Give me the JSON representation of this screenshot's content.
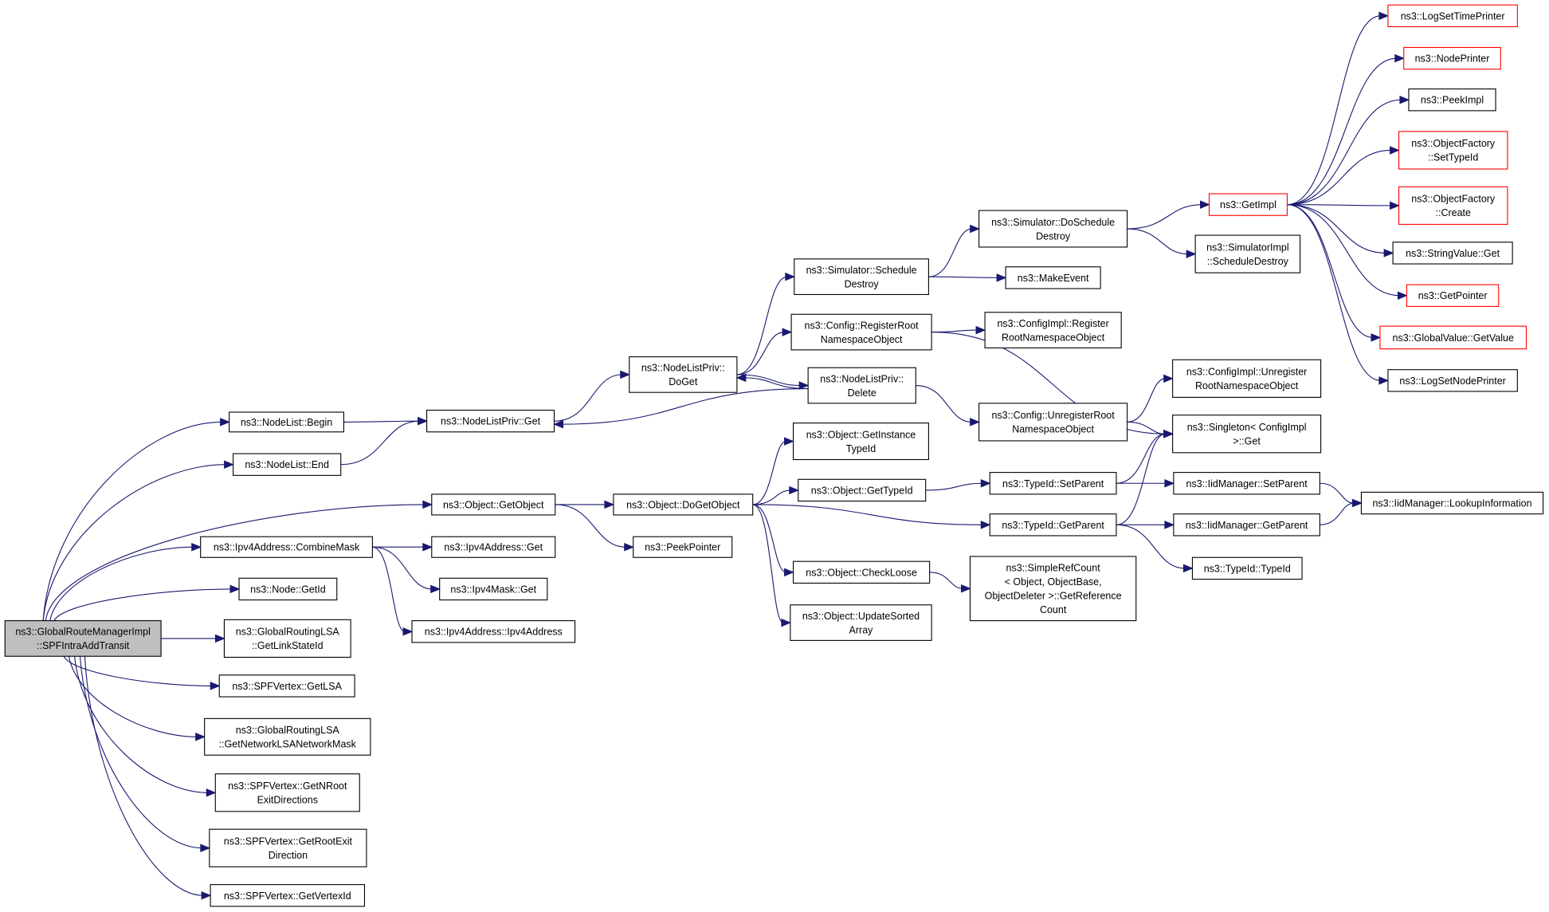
{
  "colors": {
    "edge": "#191970",
    "node_border": "#000000",
    "node_border_truncated": "#ff0000",
    "root_fill": "#bfbfbf"
  },
  "nodes": [
    {
      "id": "root",
      "lines": [
        "ns3::GlobalRouteManagerImpl",
        "::SPFIntraAddTransit"
      ],
      "style": "root"
    },
    {
      "id": "nl_begin",
      "lines": [
        "ns3::NodeList::Begin"
      ]
    },
    {
      "id": "nl_end",
      "lines": [
        "ns3::NodeList::End"
      ]
    },
    {
      "id": "obj_getobject",
      "lines": [
        "ns3::Object::GetObject"
      ]
    },
    {
      "id": "ipv4_combine",
      "lines": [
        "ns3::Ipv4Address::CombineMask"
      ]
    },
    {
      "id": "node_getid",
      "lines": [
        "ns3::Node::GetId"
      ]
    },
    {
      "id": "grlsa_linkstate",
      "lines": [
        "ns3::GlobalRoutingLSA",
        "::GetLinkStateId"
      ]
    },
    {
      "id": "spf_getlsa",
      "lines": [
        "ns3::SPFVertex::GetLSA"
      ]
    },
    {
      "id": "grlsa_netmask",
      "lines": [
        "ns3::GlobalRoutingLSA",
        "::GetNetworkLSANetworkMask"
      ]
    },
    {
      "id": "spf_nroot",
      "lines": [
        "ns3::SPFVertex::GetNRoot",
        "ExitDirections"
      ]
    },
    {
      "id": "spf_rootexit",
      "lines": [
        "ns3::SPFVertex::GetRootExit",
        "Direction"
      ]
    },
    {
      "id": "spf_vertexid",
      "lines": [
        "ns3::SPFVertex::GetVertexId"
      ]
    },
    {
      "id": "nlp_get",
      "lines": [
        "ns3::NodeListPriv::Get"
      ]
    },
    {
      "id": "ipv4_get",
      "lines": [
        "ns3::Ipv4Address::Get"
      ]
    },
    {
      "id": "ipv4mask_get",
      "lines": [
        "ns3::Ipv4Mask::Get"
      ]
    },
    {
      "id": "ipv4_ctor",
      "lines": [
        "ns3::Ipv4Address::Ipv4Address"
      ]
    },
    {
      "id": "nlp_doget",
      "lines": [
        "ns3::NodeListPriv::",
        "DoGet"
      ]
    },
    {
      "id": "obj_dogetobject",
      "lines": [
        "ns3::Object::DoGetObject"
      ]
    },
    {
      "id": "peekpointer",
      "lines": [
        "ns3::PeekPointer"
      ]
    },
    {
      "id": "sim_schedule_destroy",
      "lines": [
        "ns3::Simulator::Schedule",
        "Destroy"
      ]
    },
    {
      "id": "cfg_register",
      "lines": [
        "ns3::Config::RegisterRoot",
        "NamespaceObject"
      ]
    },
    {
      "id": "nlp_delete",
      "lines": [
        "ns3::NodeListPriv::",
        "Delete"
      ]
    },
    {
      "id": "obj_getinstancetypeid",
      "lines": [
        "ns3::Object::GetInstance",
        "TypeId"
      ]
    },
    {
      "id": "obj_gettypeid",
      "lines": [
        "ns3::Object::GetTypeId"
      ]
    },
    {
      "id": "obj_checkloose",
      "lines": [
        "ns3::Object::CheckLoose"
      ]
    },
    {
      "id": "obj_updatesorted",
      "lines": [
        "ns3::Object::UpdateSorted",
        "Array"
      ]
    },
    {
      "id": "sim_doschedule_destroy",
      "lines": [
        "ns3::Simulator::DoSchedule",
        "Destroy"
      ]
    },
    {
      "id": "makeevent",
      "lines": [
        "ns3::MakeEvent"
      ]
    },
    {
      "id": "cfgimpl_register",
      "lines": [
        "ns3::ConfigImpl::Register",
        "RootNamespaceObject"
      ]
    },
    {
      "id": "cfg_unregister",
      "lines": [
        "ns3::Config::UnregisterRoot",
        "NamespaceObject"
      ]
    },
    {
      "id": "typeid_setparent",
      "lines": [
        "ns3::TypeId::SetParent"
      ]
    },
    {
      "id": "typeid_getparent",
      "lines": [
        "ns3::TypeId::GetParent"
      ]
    },
    {
      "id": "simplerefcount",
      "lines": [
        "ns3::SimpleRefCount",
        "< Object, ObjectBase,",
        "ObjectDeleter >::GetReference",
        "Count"
      ]
    },
    {
      "id": "getimpl",
      "lines": [
        "ns3::GetImpl"
      ],
      "style": "red"
    },
    {
      "id": "simimpl_schedule_destroy",
      "lines": [
        "ns3::SimulatorImpl",
        "::ScheduleDestroy"
      ]
    },
    {
      "id": "cfgimpl_unregister",
      "lines": [
        "ns3::ConfigImpl::Unregister",
        "RootNamespaceObject"
      ]
    },
    {
      "id": "singleton",
      "lines": [
        "ns3::Singleton< ConfigImpl",
        ">::Get"
      ]
    },
    {
      "id": "iid_setparent",
      "lines": [
        "ns3::IidManager::SetParent"
      ]
    },
    {
      "id": "iid_getparent",
      "lines": [
        "ns3::IidManager::GetParent"
      ]
    },
    {
      "id": "typeid_ctor",
      "lines": [
        "ns3::TypeId::TypeId"
      ]
    },
    {
      "id": "logsettimeprinter",
      "lines": [
        "ns3::LogSetTimePrinter"
      ],
      "style": "red"
    },
    {
      "id": "nodeprinter",
      "lines": [
        "ns3::NodePrinter"
      ],
      "style": "red"
    },
    {
      "id": "peekimpl",
      "lines": [
        "ns3::PeekImpl"
      ]
    },
    {
      "id": "of_settypeid",
      "lines": [
        "ns3::ObjectFactory",
        "::SetTypeId"
      ],
      "style": "red"
    },
    {
      "id": "of_create",
      "lines": [
        "ns3::ObjectFactory",
        "::Create"
      ],
      "style": "red"
    },
    {
      "id": "stringvalue_get",
      "lines": [
        "ns3::StringValue::Get"
      ]
    },
    {
      "id": "getpointer",
      "lines": [
        "ns3::GetPointer"
      ],
      "style": "red"
    },
    {
      "id": "globalvalue_getvalue",
      "lines": [
        "ns3::GlobalValue::GetValue"
      ],
      "style": "red"
    },
    {
      "id": "logsetnodeprinter",
      "lines": [
        "ns3::LogSetNodePrinter"
      ]
    },
    {
      "id": "iid_lookupinfo",
      "lines": [
        "ns3::IidManager::LookupInformation"
      ]
    }
  ],
  "edges": [
    [
      "root",
      "nl_begin"
    ],
    [
      "root",
      "nl_end"
    ],
    [
      "root",
      "obj_getobject"
    ],
    [
      "root",
      "ipv4_combine"
    ],
    [
      "root",
      "node_getid"
    ],
    [
      "root",
      "grlsa_linkstate"
    ],
    [
      "root",
      "spf_getlsa"
    ],
    [
      "root",
      "grlsa_netmask"
    ],
    [
      "root",
      "spf_nroot"
    ],
    [
      "root",
      "spf_rootexit"
    ],
    [
      "root",
      "spf_vertexid"
    ],
    [
      "nl_begin",
      "nlp_get"
    ],
    [
      "nl_end",
      "nlp_get"
    ],
    [
      "obj_getobject",
      "obj_dogetobject"
    ],
    [
      "obj_getobject",
      "peekpointer"
    ],
    [
      "ipv4_combine",
      "ipv4_get"
    ],
    [
      "ipv4_combine",
      "ipv4mask_get"
    ],
    [
      "ipv4_combine",
      "ipv4_ctor"
    ],
    [
      "nlp_get",
      "nlp_doget"
    ],
    [
      "nlp_doget",
      "sim_schedule_destroy"
    ],
    [
      "nlp_doget",
      "cfg_register"
    ],
    [
      "nlp_doget",
      "nlp_delete"
    ],
    [
      "nlp_delete",
      "nlp_doget"
    ],
    [
      "nlp_delete",
      "nlp_get"
    ],
    [
      "nlp_delete",
      "cfg_unregister"
    ],
    [
      "sim_schedule_destroy",
      "sim_doschedule_destroy"
    ],
    [
      "sim_schedule_destroy",
      "makeevent"
    ],
    [
      "sim_doschedule_destroy",
      "getimpl"
    ],
    [
      "sim_doschedule_destroy",
      "simimpl_schedule_destroy"
    ],
    [
      "cfg_register",
      "cfgimpl_register"
    ],
    [
      "cfg_register",
      "singleton"
    ],
    [
      "cfg_unregister",
      "cfgimpl_unregister"
    ],
    [
      "cfg_unregister",
      "singleton"
    ],
    [
      "obj_dogetobject",
      "obj_getinstancetypeid"
    ],
    [
      "obj_dogetobject",
      "obj_gettypeid"
    ],
    [
      "obj_dogetobject",
      "typeid_getparent"
    ],
    [
      "obj_dogetobject",
      "obj_checkloose"
    ],
    [
      "obj_dogetobject",
      "obj_updatesorted"
    ],
    [
      "obj_gettypeid",
      "typeid_setparent"
    ],
    [
      "typeid_setparent",
      "singleton"
    ],
    [
      "typeid_setparent",
      "iid_setparent"
    ],
    [
      "typeid_getparent",
      "singleton"
    ],
    [
      "typeid_getparent",
      "iid_getparent"
    ],
    [
      "typeid_getparent",
      "typeid_ctor"
    ],
    [
      "obj_checkloose",
      "simplerefcount"
    ],
    [
      "iid_setparent",
      "iid_lookupinfo"
    ],
    [
      "iid_getparent",
      "iid_lookupinfo"
    ],
    [
      "getimpl",
      "logsettimeprinter"
    ],
    [
      "getimpl",
      "nodeprinter"
    ],
    [
      "getimpl",
      "peekimpl"
    ],
    [
      "getimpl",
      "of_settypeid"
    ],
    [
      "getimpl",
      "of_create"
    ],
    [
      "getimpl",
      "stringvalue_get"
    ],
    [
      "getimpl",
      "getpointer"
    ],
    [
      "getimpl",
      "globalvalue_getvalue"
    ],
    [
      "getimpl",
      "logsetnodeprinter"
    ]
  ]
}
